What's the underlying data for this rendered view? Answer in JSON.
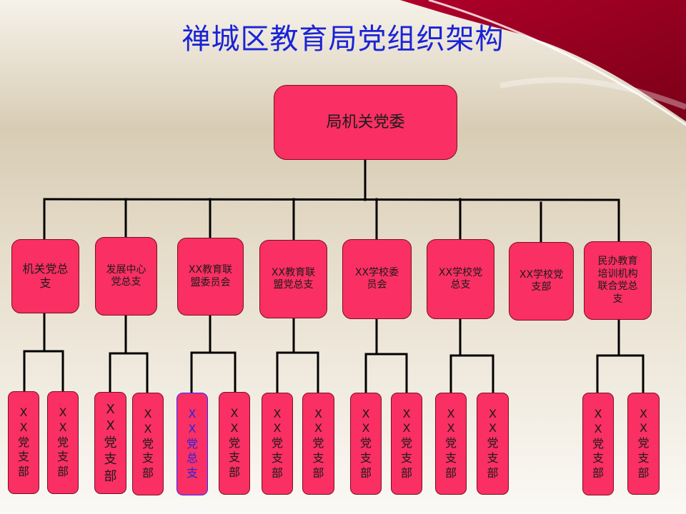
{
  "title": "禅城区教育局党组织架构",
  "root": "局机关党委",
  "branches": [
    {
      "label": "机关党总支",
      "children": [
        "XX党支部",
        "XX党支部"
      ]
    },
    {
      "label": "发展中心党总支",
      "children": [
        "XX党支部",
        "XX党支部"
      ]
    },
    {
      "label": "XX教育联盟委员会",
      "children": [
        "XX党总支",
        "XX党支部"
      ]
    },
    {
      "label": "XX教育联盟党总支",
      "children": [
        "XX党支部",
        "XX党支部"
      ]
    },
    {
      "label": "XX学校委员会",
      "children": [
        "XX党支部",
        "XX党支部"
      ]
    },
    {
      "label": "XX学校党总支",
      "children": [
        "XX党支部",
        "XX党支部"
      ]
    },
    {
      "label": "XX学校党支部",
      "children": []
    },
    {
      "label": "民办教育培训机构联合党总支",
      "children": [
        "XX党支部",
        "XX党支部"
      ]
    }
  ],
  "colors": {
    "box_fill": "#fa2f63",
    "title": "#1a23d6",
    "line": "#000000",
    "highlight_text": "#2525e0"
  }
}
